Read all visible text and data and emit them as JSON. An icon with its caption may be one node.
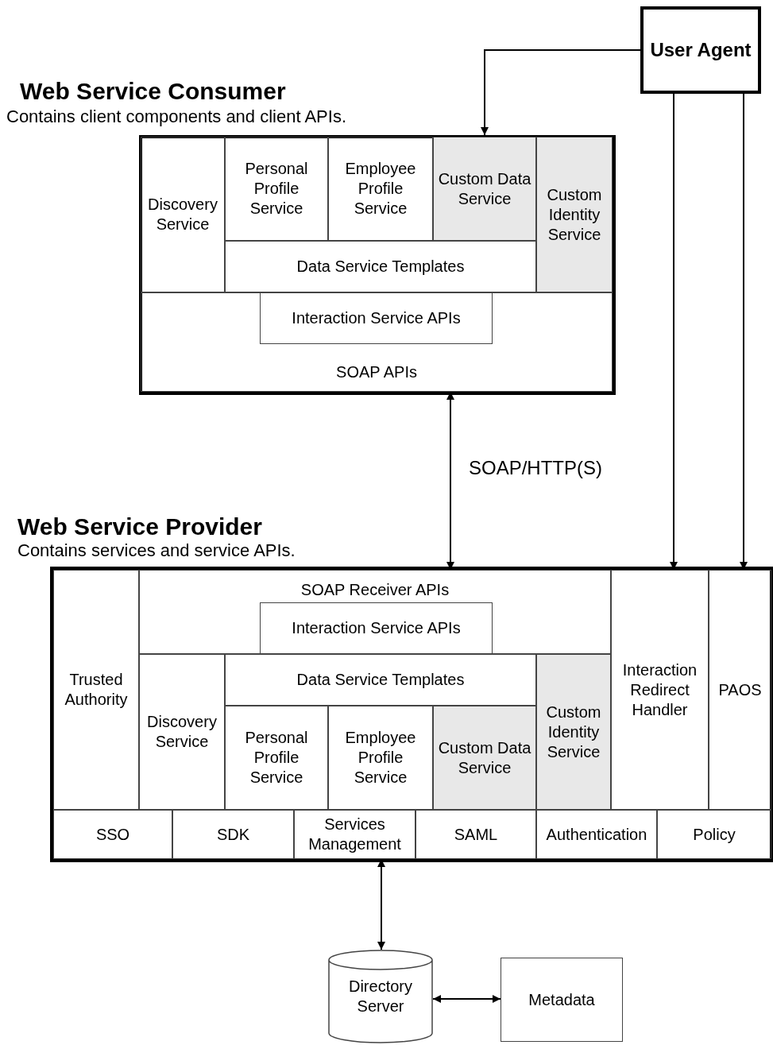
{
  "diagram": {
    "nodes": [
      {
        "text": [
          "User Agent"
        ]
      },
      {
        "text": [
          "Web Service Consumer",
          "Contains client components and client APIs."
        ]
      },
      {
        "text": [
          "Discovery Service"
        ],
        "in": 1
      },
      {
        "text": [
          "Personal Profile Service"
        ],
        "in": 1
      },
      {
        "text": [
          "Employee Profile Service"
        ],
        "in": 1
      },
      {
        "text": [
          "Custom Data Service"
        ],
        "in": 1
      },
      {
        "text": [
          "Custom Identity Service"
        ],
        "in": 1
      },
      {
        "text": [
          "Data Service Templates"
        ],
        "in": 1
      },
      {
        "text": [
          "SOAP APIs"
        ],
        "in": 1
      },
      {
        "text": [
          "Interaction Service APIs"
        ],
        "in": 8
      },
      {
        "text": [
          "Web Service Provider",
          "Contains services and service APIs."
        ]
      },
      {
        "text": [
          "Trusted Authority"
        ],
        "in": 10
      },
      {
        "text": [
          "SOAP Receiver APIs"
        ],
        "in": 10
      },
      {
        "text": [
          "Interaction Service APIs"
        ],
        "in": 12
      },
      {
        "text": [
          "Discovery Service"
        ],
        "in": 10
      },
      {
        "text": [
          "Data Service Templates"
        ],
        "in": 10
      },
      {
        "text": [
          "Custom Identity Service"
        ],
        "in": 10
      },
      {
        "text": [
          "Personal Profile Service"
        ],
        "in": 10
      },
      {
        "text": [
          "Employee Profile Service"
        ],
        "in": 10
      },
      {
        "text": [
          "Custom Data Service"
        ],
        "in": 10
      },
      {
        "text": [
          "Interaction Redirect Handler"
        ],
        "in": 10
      },
      {
        "text": [
          "PAOS"
        ],
        "in": 10
      },
      {
        "text": [
          "SSO"
        ],
        "in": 10
      },
      {
        "text": [
          "SDK"
        ],
        "in": 10
      },
      {
        "text": [
          "Services Management"
        ],
        "in": 10
      },
      {
        "text": [
          "SAML"
        ],
        "in": 10
      },
      {
        "text": [
          "Authentication"
        ],
        "in": 10
      },
      {
        "text": [
          "Policy"
        ],
        "in": 10
      },
      {
        "text": [
          "Directory Server"
        ]
      },
      {
        "text": [
          "Metadata"
        ]
      }
    ],
    "edges": [
      {
        "from": 0,
        "to": 1,
        "arrow": "to"
      },
      {
        "from": 0,
        "to": 20,
        "arrow": "to"
      },
      {
        "from": 0,
        "to": 21,
        "arrow": "to"
      },
      {
        "from": 8,
        "to": 12,
        "arrow": "both",
        "label": "SOAP/HTTP(S)"
      },
      {
        "from": 24,
        "to": 28,
        "arrow": "both"
      },
      {
        "from": 28,
        "to": 29,
        "arrow": "both"
      }
    ]
  }
}
